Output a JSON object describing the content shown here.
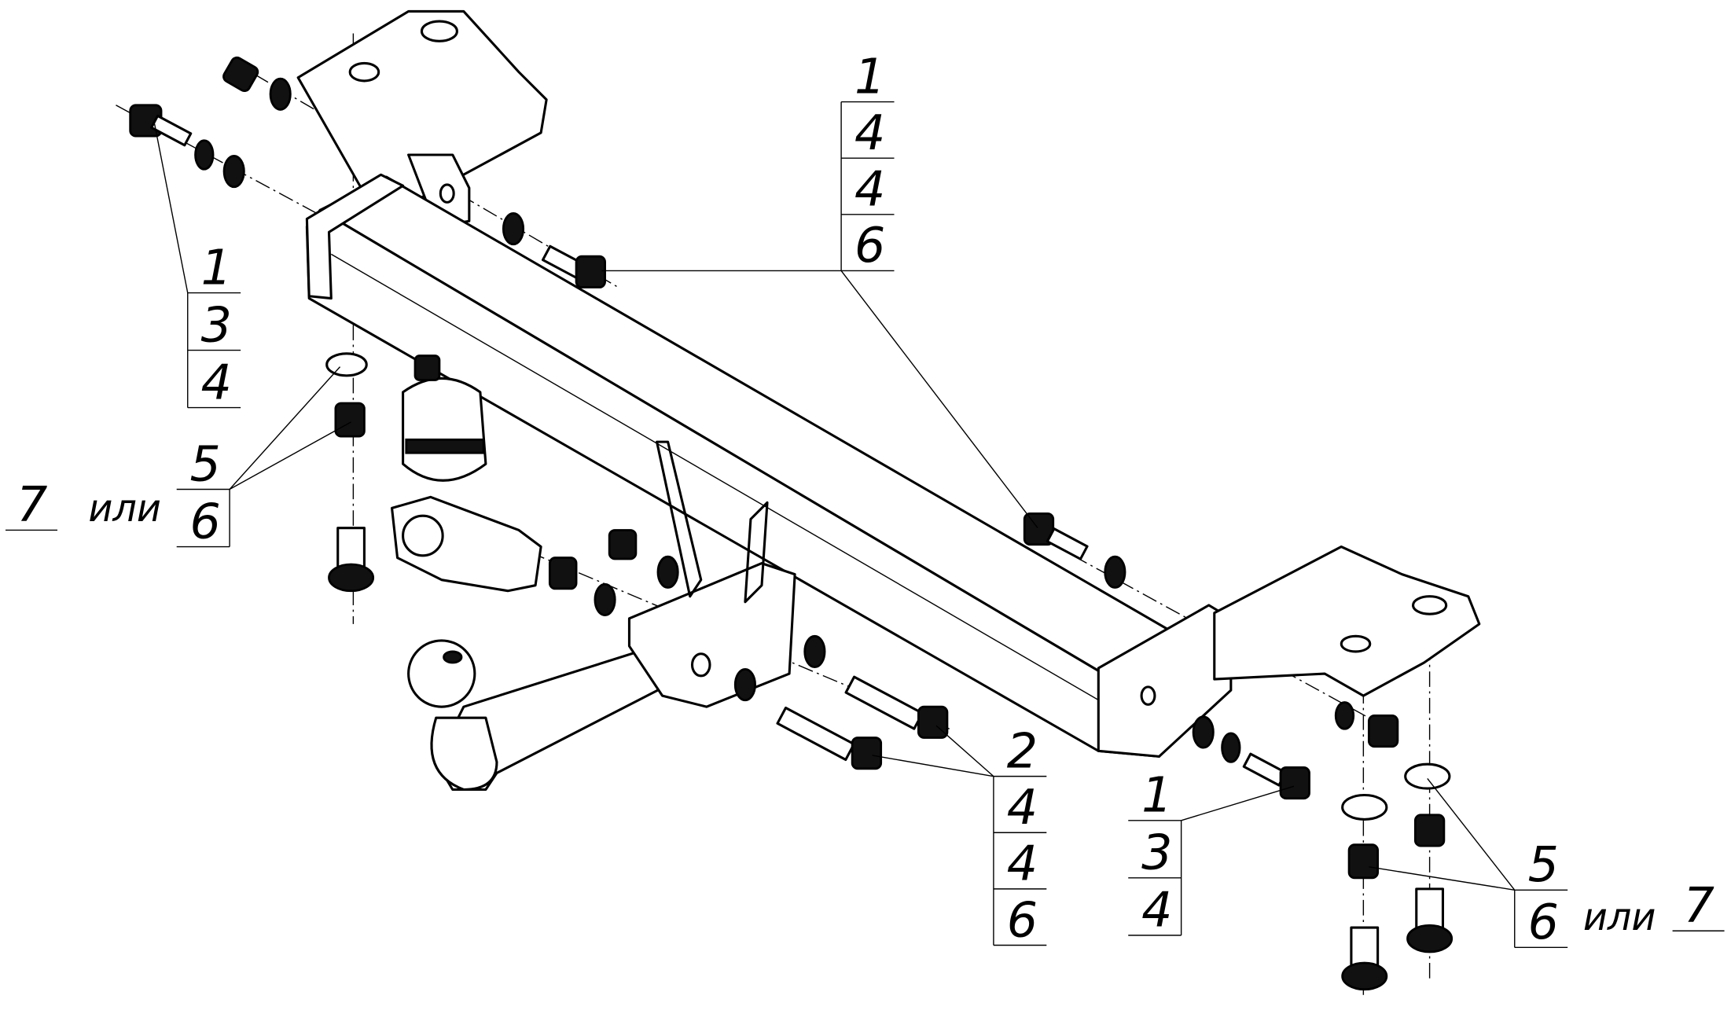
{
  "callouts": {
    "top_center": [
      "1",
      "4",
      "4",
      "6"
    ],
    "left_upper": [
      "1",
      "3",
      "4"
    ],
    "left_lower": {
      "alt": "7",
      "word": "или",
      "stack": [
        "5",
        "6"
      ]
    },
    "bottom_center": [
      "2",
      "4",
      "4",
      "6"
    ],
    "bottom_right": [
      "1",
      "3",
      "4"
    ],
    "right_lower": {
      "stack": [
        "5",
        "6"
      ],
      "word": "или",
      "alt": "7"
    }
  }
}
